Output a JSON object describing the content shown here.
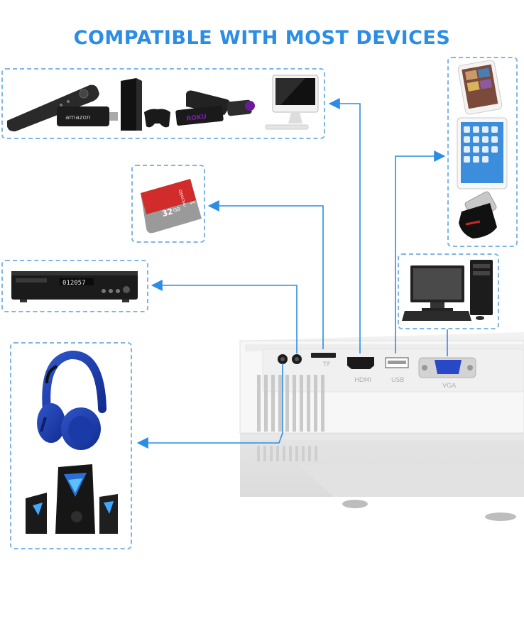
{
  "title": "COMPATIBLE WITH MOST DEVICES",
  "sd_card": {
    "capacity": "32",
    "unit": "GB",
    "brand": "microSD",
    "class": "1"
  },
  "roku_label": "ROKU",
  "dvd_display": "012057",
  "port_labels": {
    "tf": "TF",
    "hdmi": "HDMI",
    "usb": "USB",
    "vga": "VGA"
  },
  "accent_color": "#2b8de3",
  "icons": [
    "fire-tv-icon",
    "playstation-icon",
    "roku-stick-icon",
    "imac-icon",
    "sd-card-icon",
    "dvd-player-icon",
    "headphones-icon",
    "speakers-icon",
    "iphone-icon",
    "ipad-icon",
    "usb-drive-icon",
    "desktop-pc-icon",
    "projector-icon"
  ]
}
